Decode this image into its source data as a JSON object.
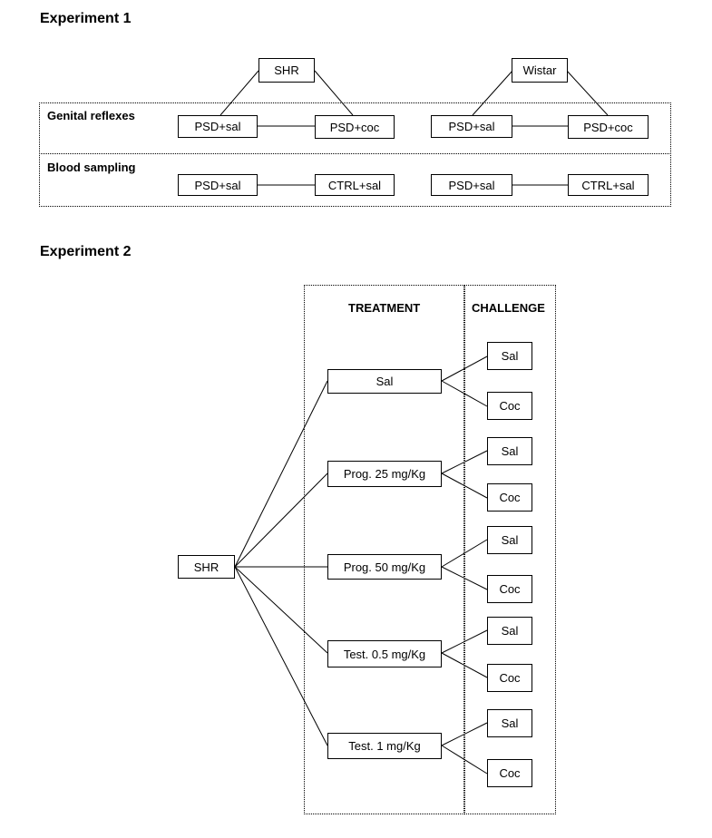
{
  "experiment1": {
    "title": "Experiment 1",
    "strains": [
      "SHR",
      "Wistar"
    ],
    "rows": [
      {
        "label": "Genital reflexes",
        "groups": [
          [
            "PSD+sal",
            "PSD+coc"
          ],
          [
            "PSD+sal",
            "PSD+coc"
          ]
        ]
      },
      {
        "label": "Blood sampling",
        "groups": [
          [
            "PSD+sal",
            "CTRL+sal"
          ],
          [
            "PSD+sal",
            "CTRL+sal"
          ]
        ]
      }
    ]
  },
  "experiment2": {
    "title": "Experiment 2",
    "root": "SHR",
    "treatment_header": "TREATMENT",
    "challenge_header": "CHALLENGE",
    "treatments": [
      {
        "label": "Sal",
        "challenges": [
          "Sal",
          "Coc"
        ]
      },
      {
        "label": "Prog. 25 mg/Kg",
        "challenges": [
          "Sal",
          "Coc"
        ]
      },
      {
        "label": "Prog. 50 mg/Kg",
        "challenges": [
          "Sal",
          "Coc"
        ]
      },
      {
        "label": "Test. 0.5 mg/Kg",
        "challenges": [
          "Sal",
          "Coc"
        ]
      },
      {
        "label": "Test. 1 mg/Kg",
        "challenges": [
          "Sal",
          "Coc"
        ]
      }
    ]
  }
}
